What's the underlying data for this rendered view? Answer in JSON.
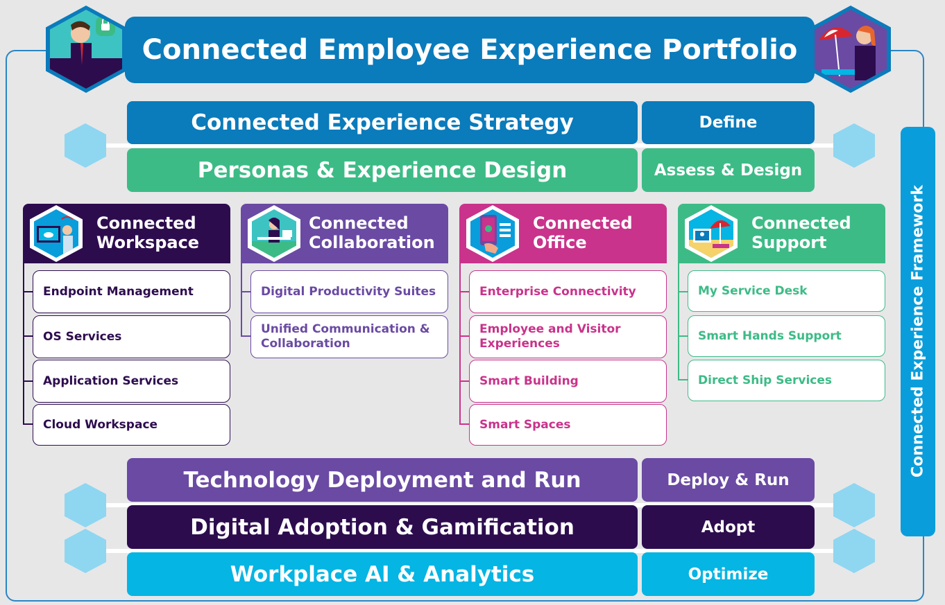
{
  "header": {
    "title": "Connected Employee Experience Portfolio"
  },
  "framework_label": "Connected Experience Framework",
  "top_rows": [
    {
      "label": "Connected Experience Strategy",
      "phase": "Define",
      "color": "#0a7bbb"
    },
    {
      "label": "Personas & Experience Design",
      "phase": "Assess & Design",
      "color": "#3dbb86"
    }
  ],
  "columns": [
    {
      "title_line1": "Connected",
      "title_line2": "Workspace",
      "color": "#2d0c4e",
      "items": [
        "Endpoint Management",
        "OS Services",
        "Application Services",
        "Cloud Workspace"
      ]
    },
    {
      "title_line1": "Connected",
      "title_line2": "Collaboration",
      "color": "#6a4aa3",
      "items": [
        "Digital Productivity Suites",
        "Unified Communication & Collaboration"
      ]
    },
    {
      "title_line1": "Connected",
      "title_line2": "Office",
      "color": "#c9338b",
      "items": [
        "Enterprise Connectivity",
        "Employee and Visitor Experiences",
        "Smart Building",
        "Smart Spaces"
      ]
    },
    {
      "title_line1": "Connected",
      "title_line2": "Support",
      "color": "#3dbb86",
      "items": [
        "My Service Desk",
        "Smart Hands Support",
        "Direct Ship Services"
      ]
    }
  ],
  "bottom_rows": [
    {
      "label": "Technology Deployment and Run",
      "phase": "Deploy & Run",
      "color": "#6a4aa3"
    },
    {
      "label": "Digital Adoption & Gamification",
      "phase": "Adopt",
      "color": "#2d0c4e"
    },
    {
      "label": "Workplace AI & Analytics",
      "phase": "Optimize",
      "color": "#05b5e3"
    }
  ],
  "colors": {
    "frame": "#2a86c4",
    "header": "#0a7bbb",
    "hex": "#8fd6f1"
  },
  "icons": [
    "security-person-icon",
    "vacation-person-icon",
    "workspace-icon",
    "collaboration-icon",
    "office-icon",
    "support-icon"
  ]
}
